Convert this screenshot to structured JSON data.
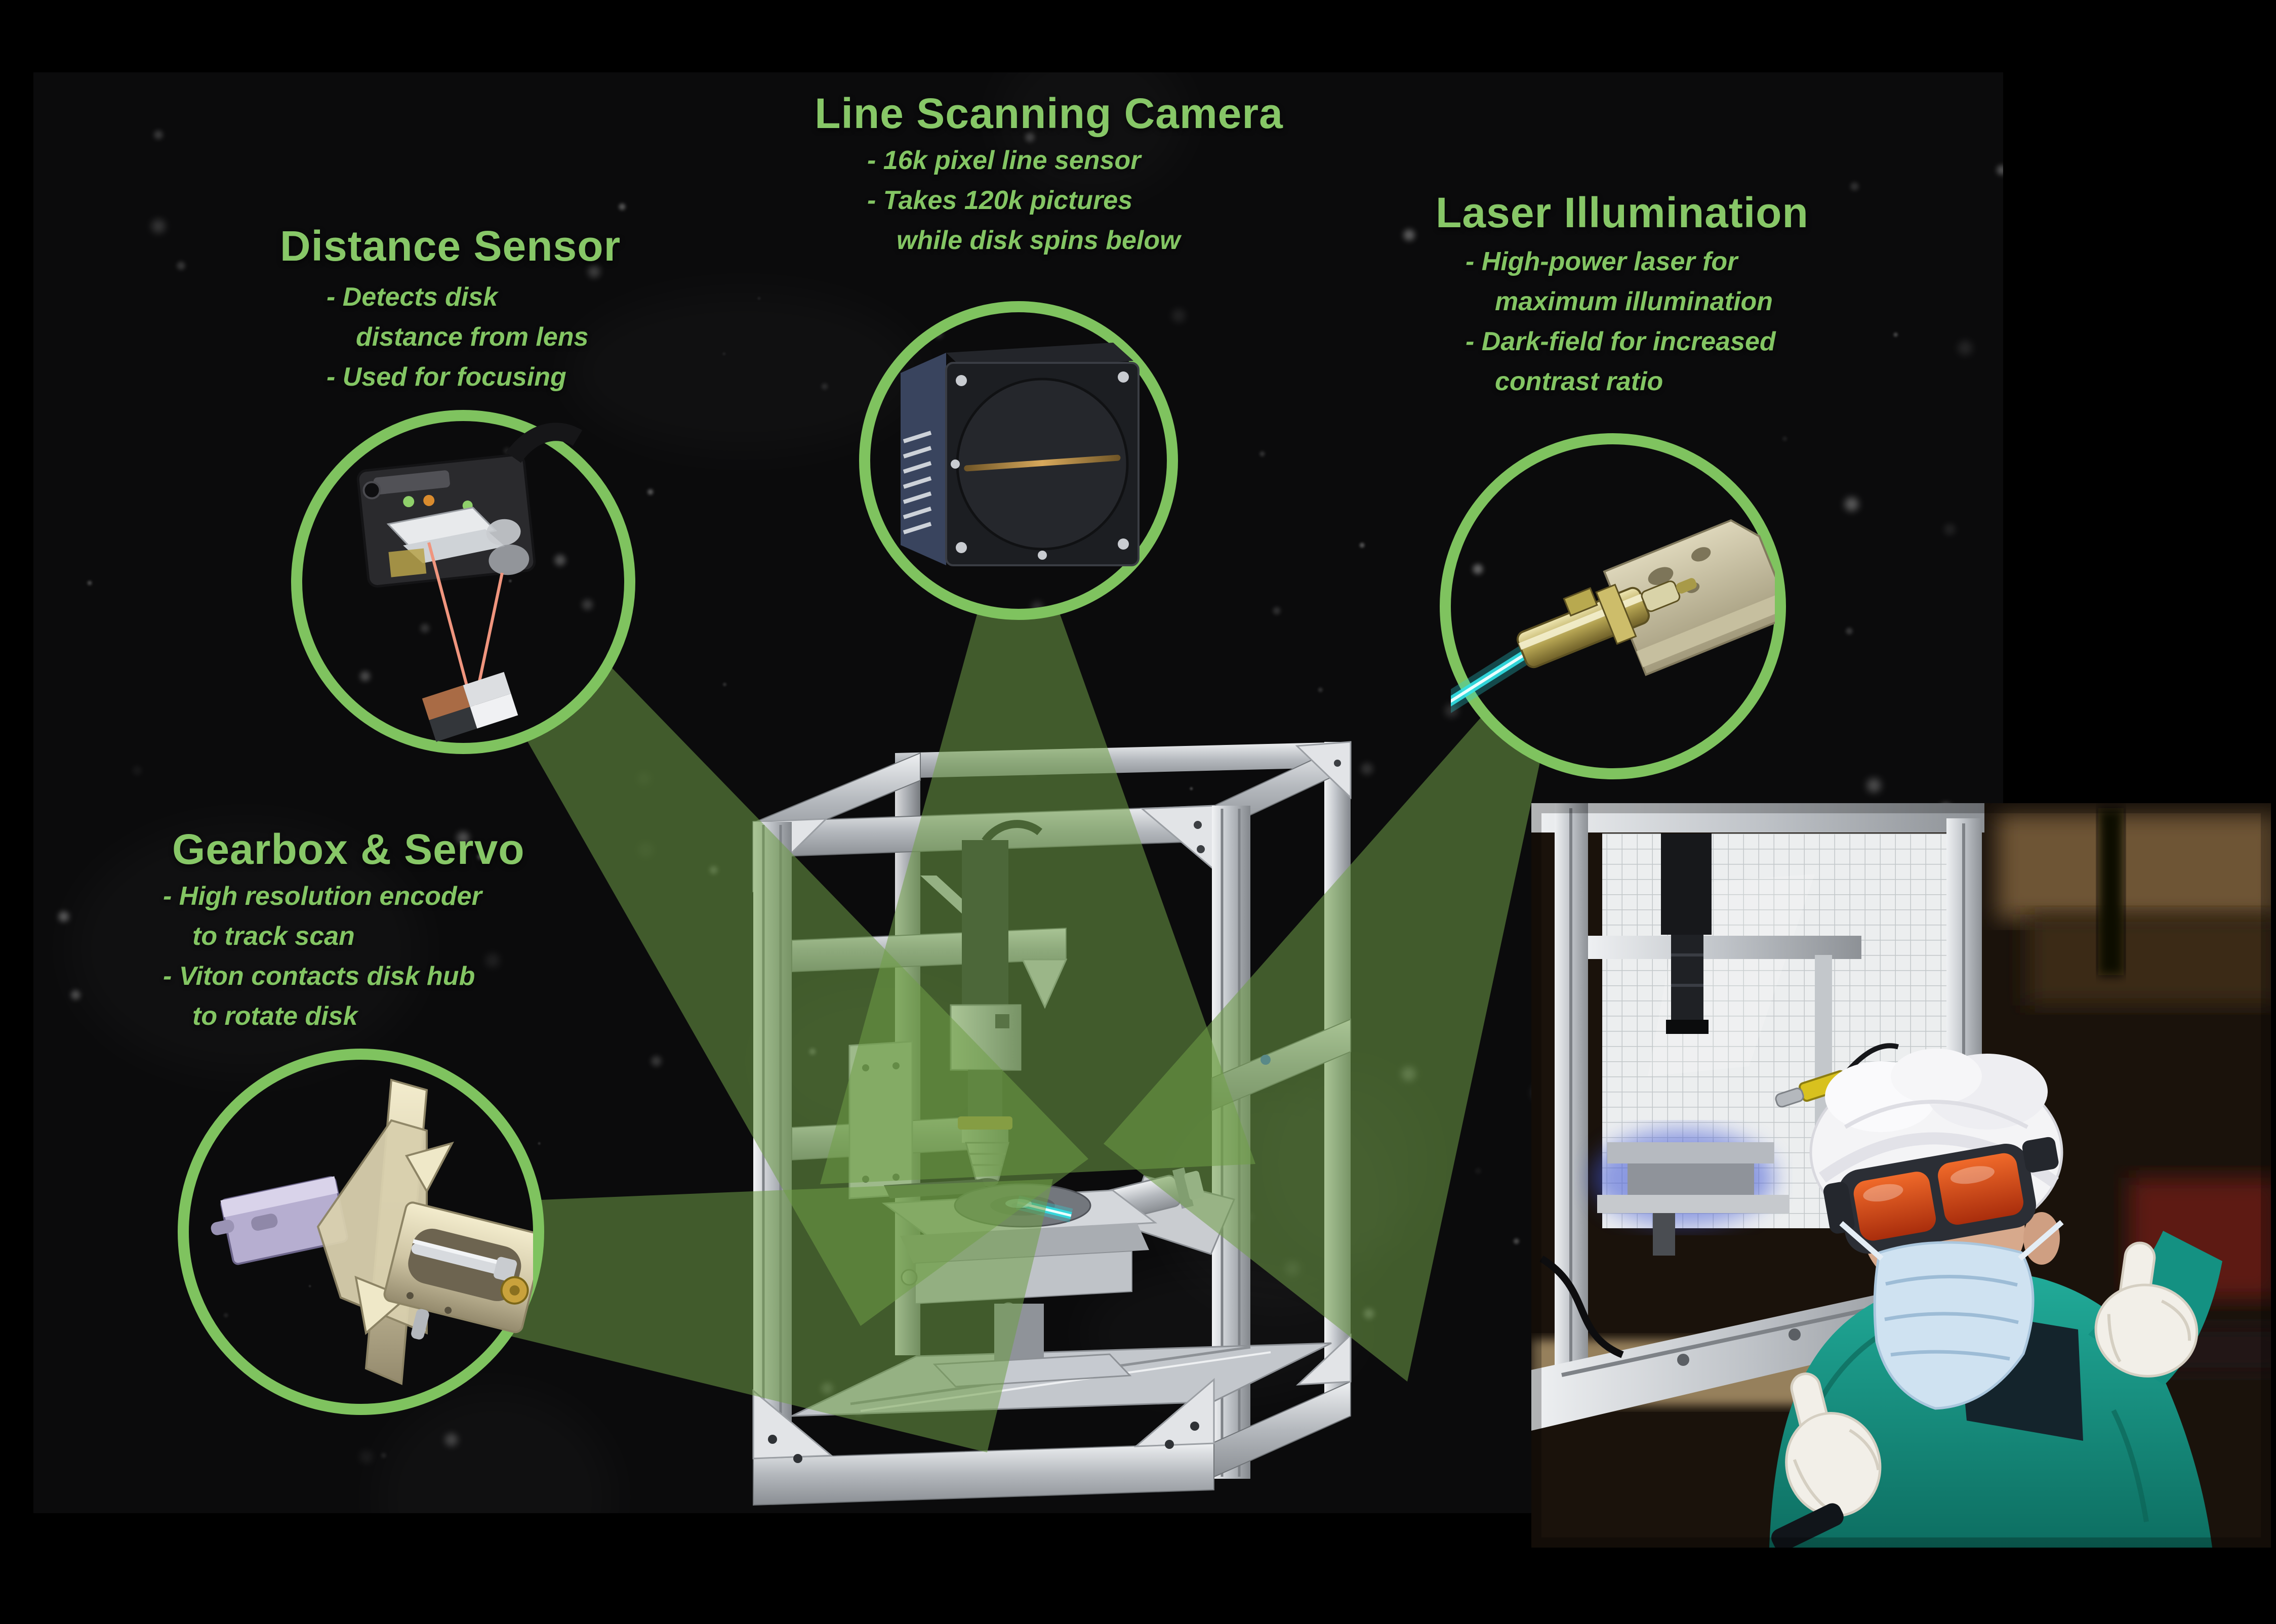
{
  "colors": {
    "background": "#000000",
    "panel_background": "#0b0b0c",
    "accent_green": "#87c767",
    "ring_green": "#7fc35f",
    "beam_green": "#6f9e47",
    "laser_cyan": "#3fe3e8"
  },
  "callouts": {
    "line_scanning_camera": {
      "title": "Line Scanning Camera",
      "lines": [
        "- 16k pixel line sensor",
        "- Takes 120k pictures",
        "while disk spins below"
      ]
    },
    "distance_sensor": {
      "title": "Distance Sensor",
      "lines": [
        "- Detects disk",
        "distance from lens",
        "- Used for focusing"
      ]
    },
    "laser_illumination": {
      "title": "Laser Illumination",
      "lines": [
        "- High-power laser for",
        "maximum illumination",
        "- Dark-field for increased",
        "contrast ratio"
      ]
    },
    "gearbox_servo": {
      "title": "Gearbox & Servo",
      "lines": [
        "- High resolution encoder",
        "to track scan",
        "- Viton contacts disk hub",
        "to rotate disk"
      ]
    }
  }
}
